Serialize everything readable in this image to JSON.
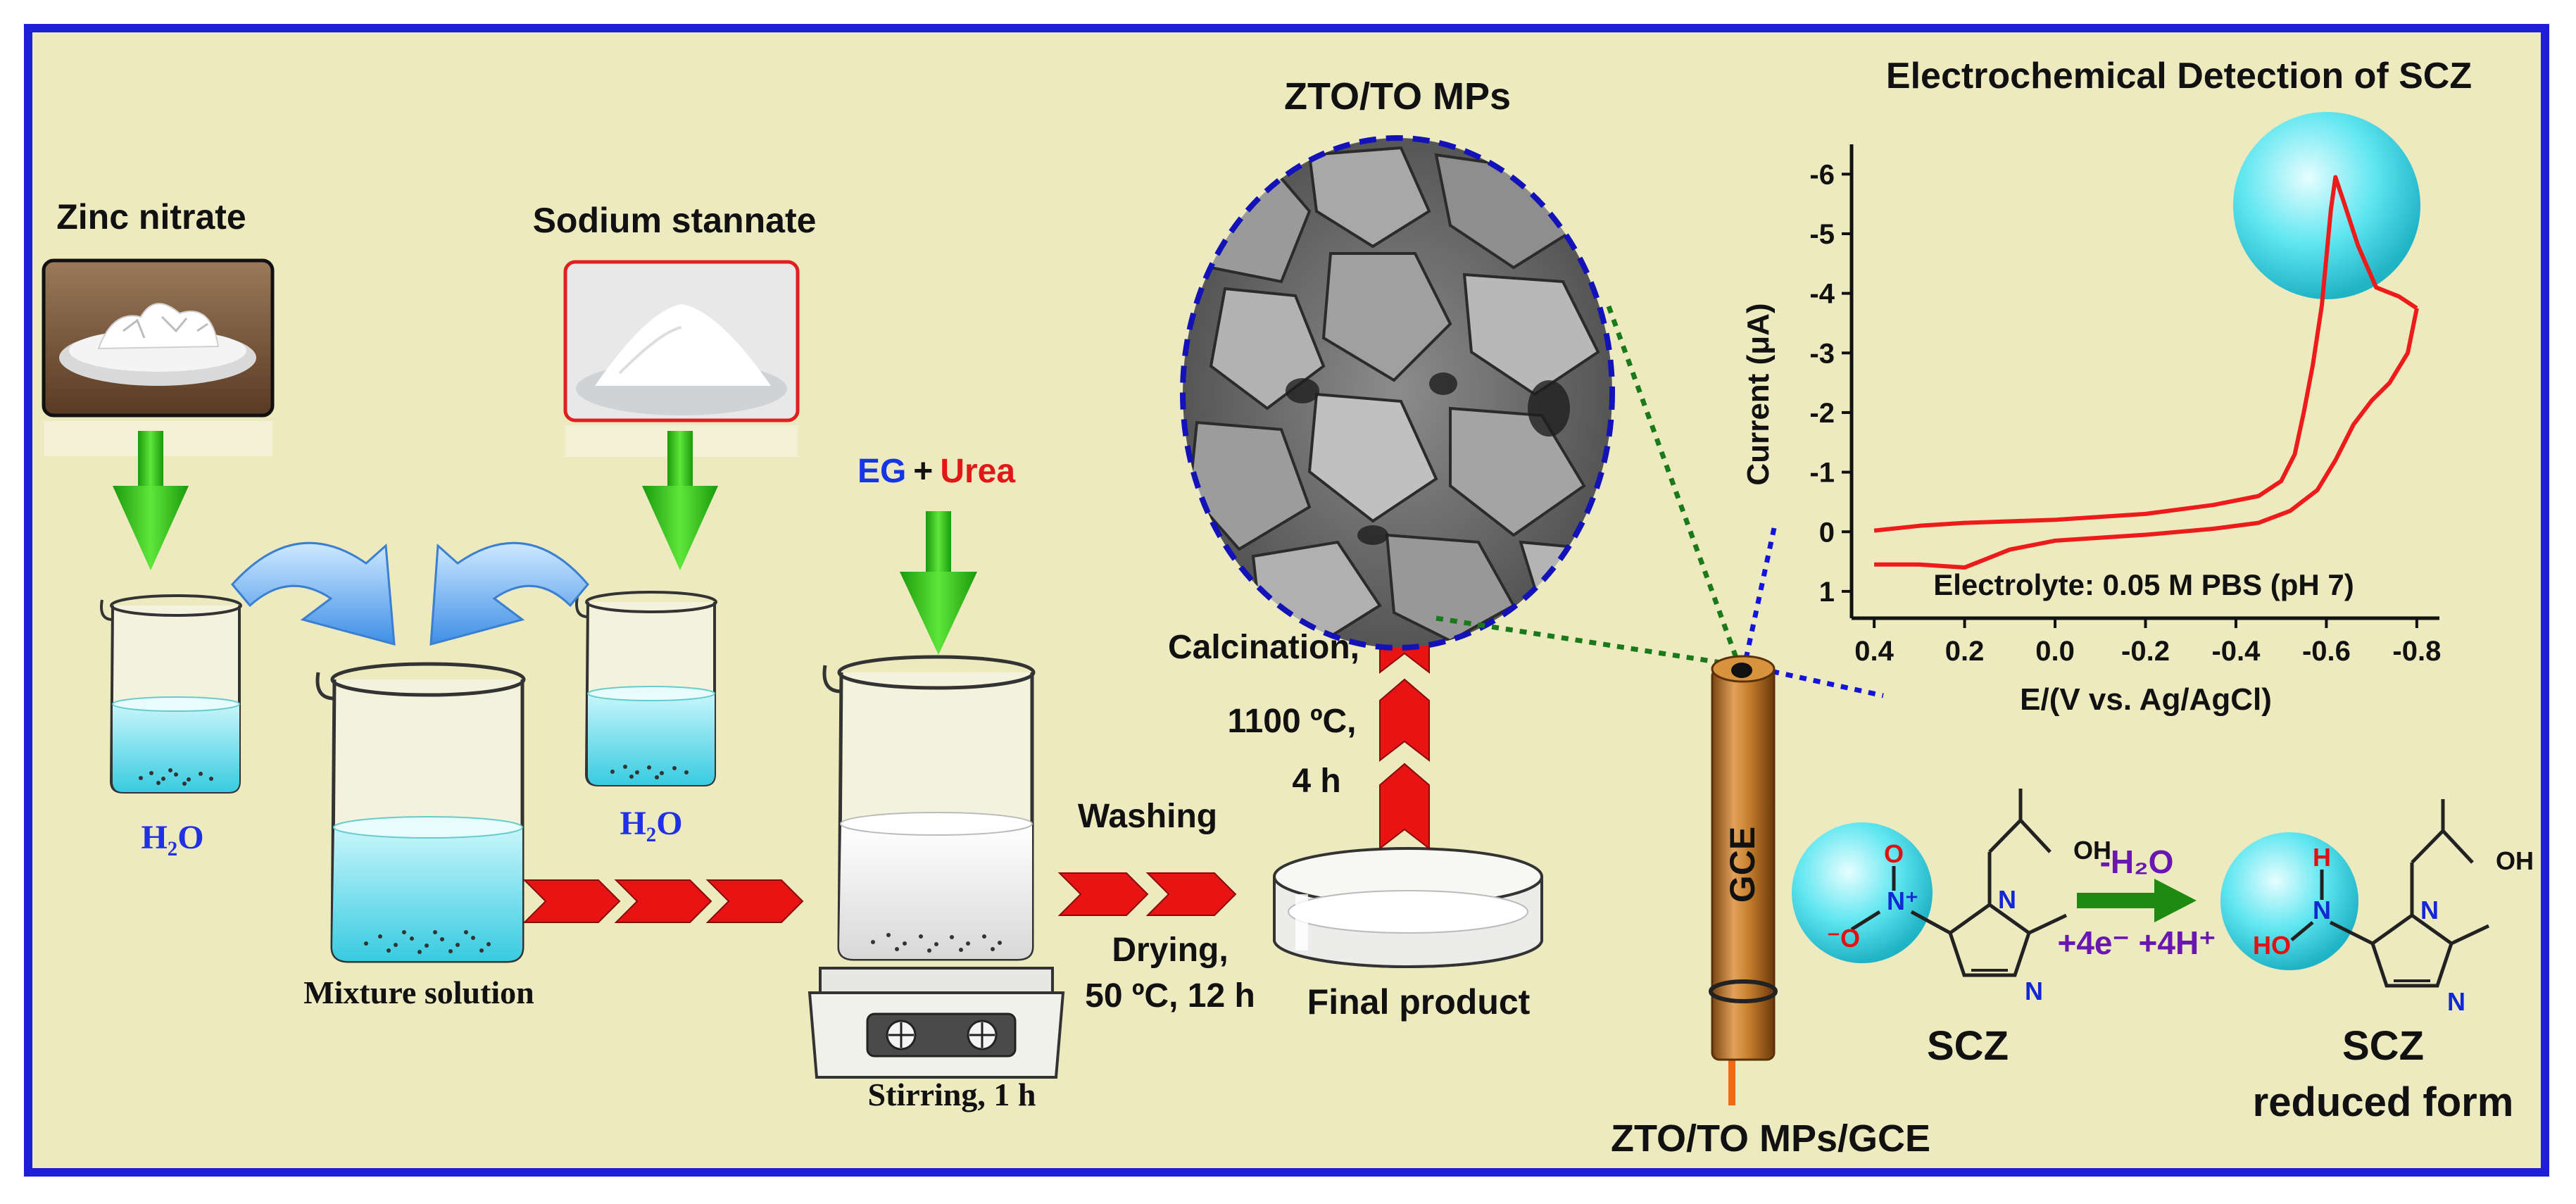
{
  "colors": {
    "background": "#edeabf",
    "frame": "#1f1fd8",
    "arrow_green": "#2dcc16",
    "arrow_red": "#e81414",
    "arrow_blue": "#5aaaf0",
    "water": "#7fe6f2",
    "curve": "#ee1b1b",
    "electrode": "#c47d2c",
    "bubble": "#4fe4ef",
    "eg_blue": "#1535e6",
    "urea_red": "#e01818",
    "reaction_purple": "#6a16b0",
    "nitro_red": "#e21010",
    "ring_blue": "#1328d4"
  },
  "labels": {
    "zinc_nitrate": "Zinc nitrate",
    "sodium_stannate": "Sodium stannate",
    "water_left": "H₂O",
    "water_right": "H₂O",
    "mixture": "Mixture solution",
    "eg": "EG",
    "plus": "+",
    "urea": "Urea",
    "stirring": "Stirring, 1 h",
    "washing": "Washing",
    "drying": "Drying,",
    "drying_cond": "50 ºC, 12 h",
    "final": "Final product",
    "calc1": "Calcination,",
    "calc2": "1100 ºC,",
    "calc3": "4 h",
    "sem_title": "ZTO/TO MPs",
    "gce": "GCE",
    "electrode_label": "ZTO/TO MPs/GCE"
  },
  "icons": {
    "zinc_photo": "zinc-nitrate-crystals-icon",
    "stannate_photo": "sodium-stannate-powder-icon",
    "sem": "sem-micrograph-icon",
    "stirrer": "hot-plate-stirrer-icon"
  },
  "chart_data": {
    "type": "line",
    "title": "Electrochemical Detection of SCZ",
    "xlabel": "E/(V vs. Ag/AgCl)",
    "ylabel": "Current (μA)",
    "xlim": [
      0.45,
      -0.85
    ],
    "ylim": [
      1.45,
      -6.5
    ],
    "xticks": [
      0.4,
      0.2,
      0.0,
      -0.2,
      -0.4,
      -0.6,
      -0.8
    ],
    "xtick_labels": [
      "0.4",
      "0.2",
      "0.0",
      "-0.2",
      "-0.4",
      "-0.6",
      "-0.8"
    ],
    "yticks": [
      -6,
      -5,
      -4,
      -3,
      -2,
      -1,
      0,
      1
    ],
    "ytick_labels": [
      "-6",
      "-5",
      "-4",
      "-3",
      "-2",
      "-1",
      "0",
      "1"
    ],
    "annotation": "Electrolyte: 0.05 M PBS (pH 7)",
    "grid": false,
    "series": [
      {
        "x": [
          0.4,
          0.3,
          0.2,
          0.0,
          -0.2,
          -0.35,
          -0.45,
          -0.5,
          -0.53,
          -0.55,
          -0.57,
          -0.59,
          -0.6,
          -0.61,
          -0.62,
          -0.64,
          -0.67,
          -0.71,
          -0.76,
          -0.8
        ],
        "y": [
          -0.02,
          -0.1,
          -0.15,
          -0.2,
          -0.3,
          -0.45,
          -0.6,
          -0.85,
          -1.3,
          -2.0,
          -2.8,
          -3.8,
          -4.6,
          -5.4,
          -5.95,
          -5.5,
          -4.8,
          -4.1,
          -3.95,
          -3.75
        ]
      },
      {
        "x": [
          -0.8,
          -0.78,
          -0.74,
          -0.7,
          -0.66,
          -0.62,
          -0.58,
          -0.52,
          -0.45,
          -0.35,
          -0.2,
          0.0,
          0.1,
          0.15,
          0.2,
          0.3,
          0.4
        ],
        "y": [
          -3.75,
          -3.0,
          -2.5,
          -2.2,
          -1.8,
          -1.2,
          -0.7,
          -0.35,
          -0.15,
          -0.05,
          0.05,
          0.15,
          0.3,
          0.45,
          0.6,
          0.55,
          0.55
        ]
      }
    ]
  },
  "reaction": {
    "reactant": "SCZ",
    "product_line1": "SCZ",
    "product_line2": "reduced form",
    "minus_water": "-H₂O",
    "electrons": "+4e⁻ +4H⁺",
    "atoms": {
      "oh": "OH",
      "n": "N",
      "o": "O",
      "o_minus": "⁻O",
      "n_plus": "N⁺",
      "h": "H",
      "ho": "HO"
    }
  }
}
